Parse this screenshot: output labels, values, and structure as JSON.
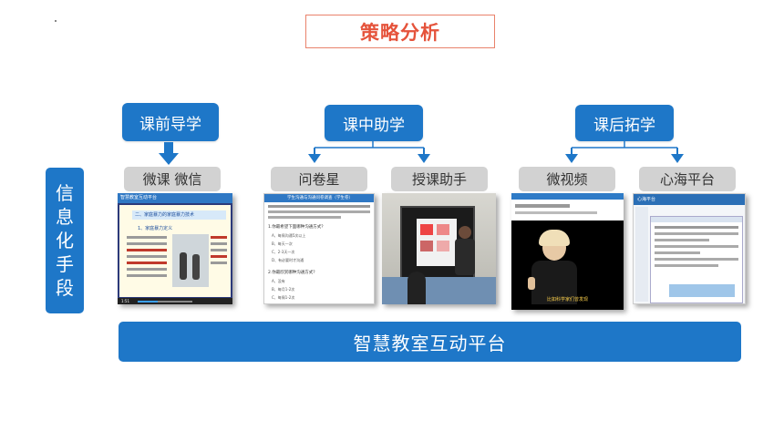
{
  "title": "策略分析",
  "side_label": [
    "信",
    "息",
    "化",
    "手",
    "段"
  ],
  "platform": "智慧教室互动平台",
  "phases": {
    "pre": "课前导学",
    "mid": "课中助学",
    "post": "课后拓学"
  },
  "tools": {
    "t1": "微课  微信",
    "t2": "问卷星",
    "t3": "授课助手",
    "t4": "微视频",
    "t5": "心海平台"
  },
  "shots": {
    "s1": {
      "header": "智慧教室互动平台",
      "heading": "二、家庭暴力的家庭暴力技术",
      "subheading": "1、家庭暴力定义",
      "time": "1:51"
    },
    "s2": {
      "header": "学生沟通与沟通问卷调查（学生卷）",
      "questions": [
        "1.你最希望下面哪种沟通方式？",
        "2.你最欣赏哪种沟通方式？"
      ],
      "options": [
        "A、每周沟通5次以上",
        "B、每天一次",
        "C、2-3天一次",
        "D、有必要时才沟通",
        "A、没有",
        "B、每月1-2次",
        "C、每周1-2次"
      ]
    },
    "s4": {
      "caption": "比如科学家们曾发现"
    },
    "s5": {
      "header": "心海平台"
    }
  },
  "colors": {
    "brand_blue": "#1e77c8",
    "title_red": "#e5533b",
    "label_grey": "#d2d2d2"
  }
}
